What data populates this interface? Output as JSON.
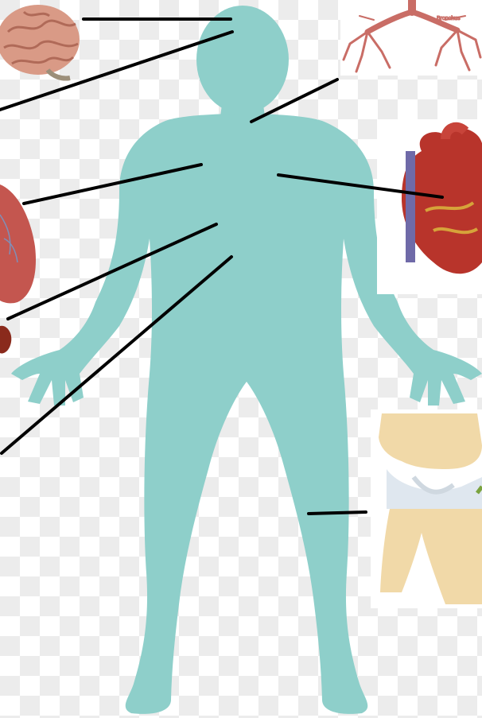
{
  "colors": {
    "checker_light": "#ffffff",
    "checker_dark": "#ececec",
    "body": "#8ecfca",
    "line": "#000000",
    "brain": "#d99a86",
    "bronchi": "#c96d66",
    "heart": "#b8342b",
    "lung": "#c4564f",
    "liver": "#8a2a1c",
    "bone": "#f1d9a8",
    "cartilage": "#dfe7ef"
  },
  "organs": [
    {
      "name": "brain",
      "icon": "brain-icon"
    },
    {
      "name": "bronchi",
      "icon": "bronchial-tree-icon",
      "label": "Bronchus"
    },
    {
      "name": "heart",
      "icon": "heart-icon"
    },
    {
      "name": "lung",
      "icon": "lung-icon"
    },
    {
      "name": "liver",
      "icon": "liver-icon"
    },
    {
      "name": "knee",
      "icon": "knee-joint-icon"
    }
  ]
}
